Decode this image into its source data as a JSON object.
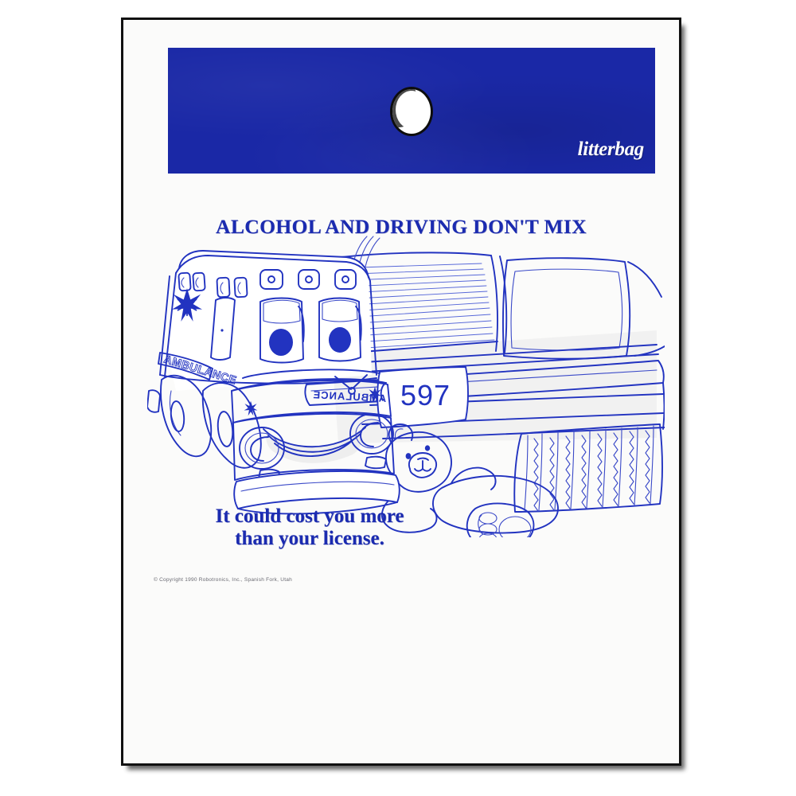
{
  "product": {
    "type": "litterbag",
    "brand_label": "litterbag",
    "headline": "ALCOHOL AND DRIVING DON'T MIX",
    "tagline_line1": "It could cost you more",
    "tagline_line2": "than your license.",
    "copyright": "© Copyright 1990 Robotronics, Inc., Spanish Fork, Utah"
  },
  "colors": {
    "header_blue": "#1a28a6",
    "ink_blue": "#1b2bb0",
    "line_blue": "#2233c0",
    "paper_white": "#fbfbfa",
    "shadow_gray": "#4a4a4a",
    "hole_ring": "#0d0d0d"
  },
  "illustration": {
    "description": "Blue line-art drawing of an ambulance backing toward a damaged car, with a teddy bear lying beside the car tire",
    "ambulance": {
      "side_text": "AMBULANCE",
      "front_text_mirrored": "AMBULANCE",
      "star_of_life_count": 3,
      "roof_light_count": 3,
      "headlight_count": 2
    },
    "car": {
      "license_plate": "597",
      "rear_window": true,
      "bumper": true
    },
    "teddy_bear": {
      "present": true,
      "position": "beside tire tread"
    }
  }
}
